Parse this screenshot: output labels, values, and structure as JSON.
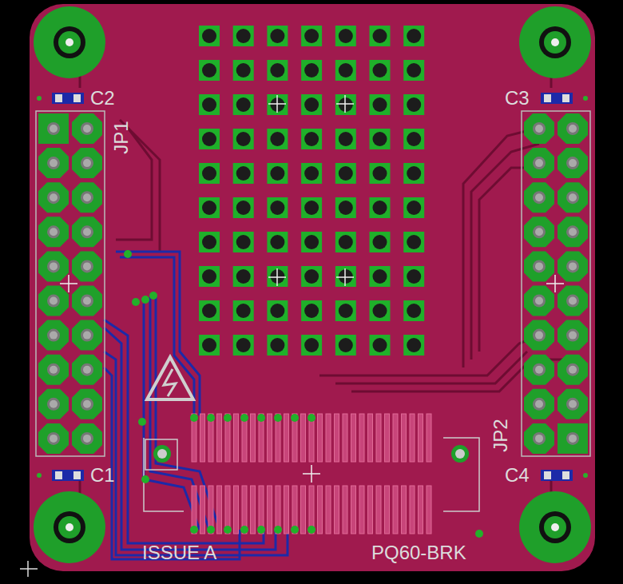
{
  "diagram": {
    "labels": [
      "C2",
      "C3",
      "JP1",
      "JP2",
      "C1",
      "C4",
      "ISSUE A",
      "PQ60-BRK"
    ]
  }
}
